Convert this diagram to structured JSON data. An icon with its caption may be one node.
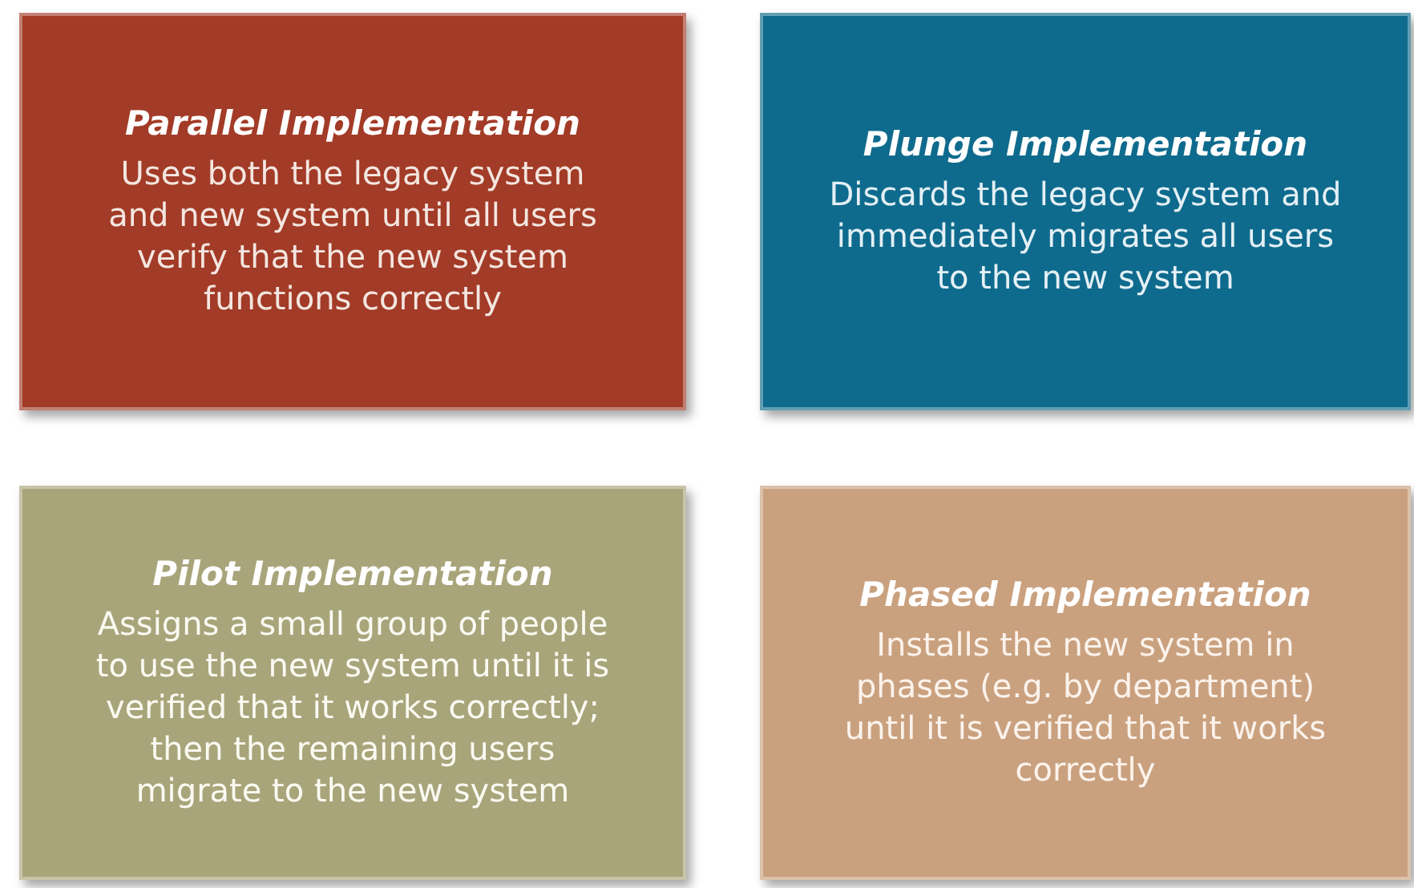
{
  "diagram": {
    "nodes": [
      {
        "text": [
          "Parallel Implementation",
          "Uses both the legacy system and new system until all users verify that the new system functions correctly"
        ]
      },
      {
        "text": [
          "Plunge Implementation",
          "Discards the legacy system and immediately migrates all users to the new system"
        ]
      },
      {
        "text": [
          "Pilot Implementation",
          "Assigns a small group of people to use the new system until it is verified that it works correctly; then the remaining users migrate to the new system"
        ]
      },
      {
        "text": [
          "Phased Implementation",
          "Installs the new system in phases (e.g. by department) until it is verified that it works correctly"
        ]
      }
    ]
  }
}
